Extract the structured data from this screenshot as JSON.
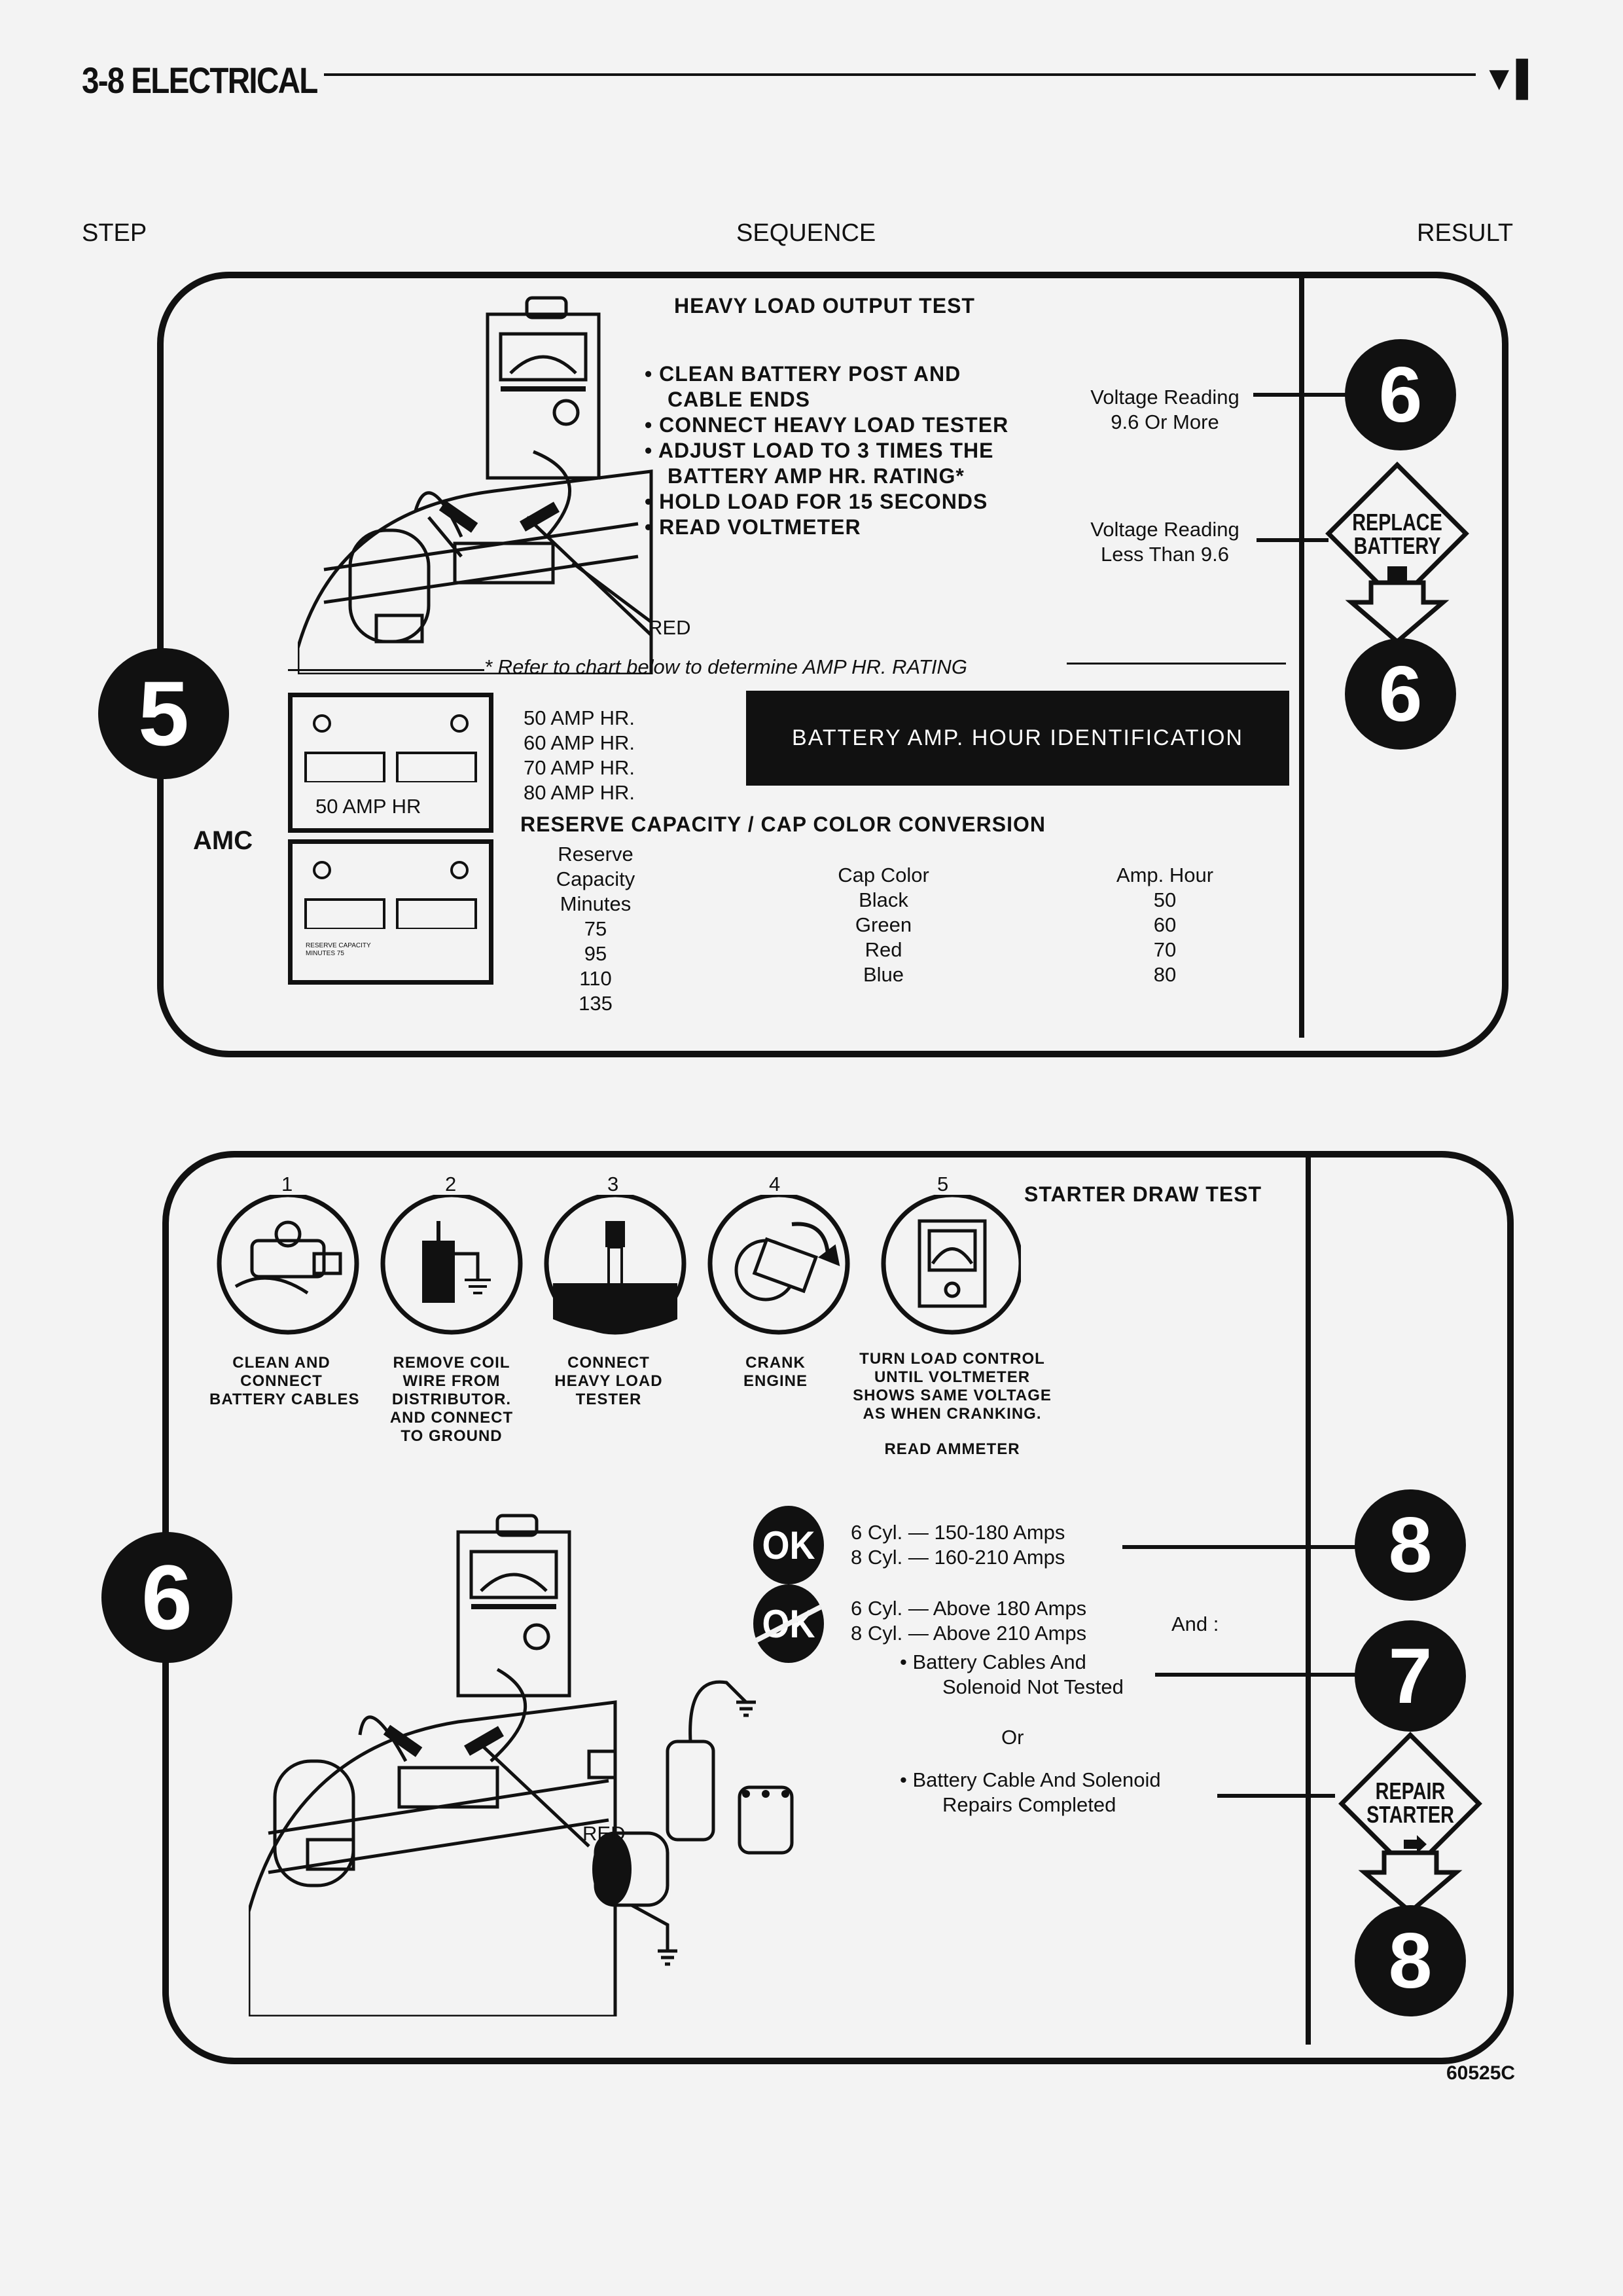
{
  "header": {
    "title": "3-8 ELECTRICAL",
    "logo": "▼▌"
  },
  "columns": {
    "step": "STEP",
    "sequence": "SEQUENCE",
    "result": "RESULT"
  },
  "panel1": {
    "step_number": "5",
    "title": "HEAVY LOAD OUTPUT TEST",
    "bullets": [
      "• CLEAN BATTERY POST AND",
      "CABLE ENDS",
      "• CONNECT HEAVY LOAD TESTER",
      "• ADJUST LOAD TO 3 TIMES THE",
      "BATTERY AMP HR. RATING*",
      "• HOLD LOAD FOR 15 SECONDS",
      "• READ VOLTMETER"
    ],
    "red_label": "RED",
    "refer_note": "* Refer to chart below to determine AMP HR. RATING",
    "result1": {
      "line1": "Voltage Reading",
      "line2": "9.6 Or More",
      "step": "6"
    },
    "result2": {
      "line1": "Voltage Reading",
      "line2": "Less Than 9.6",
      "diamond": [
        "REPLACE",
        "BATTERY"
      ],
      "step": "6"
    },
    "amc_label": "AMC",
    "battery_label_1": "50 AMP HR",
    "battery_label_2": "RESERVE CAPACITY\nMINUTES 75",
    "amp_list": [
      "50  AMP  HR.",
      "60  AMP  HR.",
      "70  AMP  HR.",
      "80  AMP  HR."
    ],
    "id_box": "BATTERY AMP. HOUR IDENTIFICATION",
    "conversion_title": "RESERVE CAPACITY / CAP COLOR CONVERSION",
    "table": {
      "col1_head": [
        "Reserve Capacity",
        "Minutes"
      ],
      "col2_head": "Cap Color",
      "col3_head": "Amp. Hour",
      "rows": [
        [
          "75",
          "Black",
          "50"
        ],
        [
          "95",
          "Green",
          "60"
        ],
        [
          "110",
          "Red",
          "70"
        ],
        [
          "135",
          "Blue",
          "80"
        ]
      ]
    }
  },
  "panel2": {
    "step_number": "6",
    "title": "STARTER DRAW TEST",
    "steps": [
      {
        "num": "1",
        "caption": "CLEAN AND\nCONNECT\nBATTERY CABLES"
      },
      {
        "num": "2",
        "caption": "REMOVE COIL\nWIRE FROM\nDISTRIBUTOR.\nAND CONNECT\nTO GROUND"
      },
      {
        "num": "3",
        "caption": "CONNECT\nHEAVY LOAD\nTESTER"
      },
      {
        "num": "4",
        "caption": "CRANK\nENGINE"
      },
      {
        "num": "5",
        "caption": "TURN LOAD CONTROL\nUNTIL VOLTMETER\nSHOWS SAME VOLTAGE\nAS WHEN CRANKING."
      }
    ],
    "read_ammeter": "READ AMMETER",
    "ok_label": "OK",
    "ok_lines": [
      "6 Cyl.  —  150-180 Amps",
      "8 Cyl.  —  160-210 Amps"
    ],
    "notok_label": "OK",
    "notok_lines": [
      "6 Cyl.  —  Above 180 Amps",
      "8 Cyl.  —  Above 210 Amps"
    ],
    "and_label": "And :",
    "cond1": [
      "• Battery Cables And",
      "Solenoid Not Tested"
    ],
    "or_label": "Or",
    "cond2": [
      "• Battery Cable And Solenoid",
      "Repairs Completed"
    ],
    "red_label": "RED",
    "result_ok_step": "8",
    "result_cond1_step": "7",
    "diamond": [
      "REPAIR",
      "STARTER"
    ],
    "result_cond2_step": "8"
  },
  "footer": {
    "code": "60525C"
  }
}
